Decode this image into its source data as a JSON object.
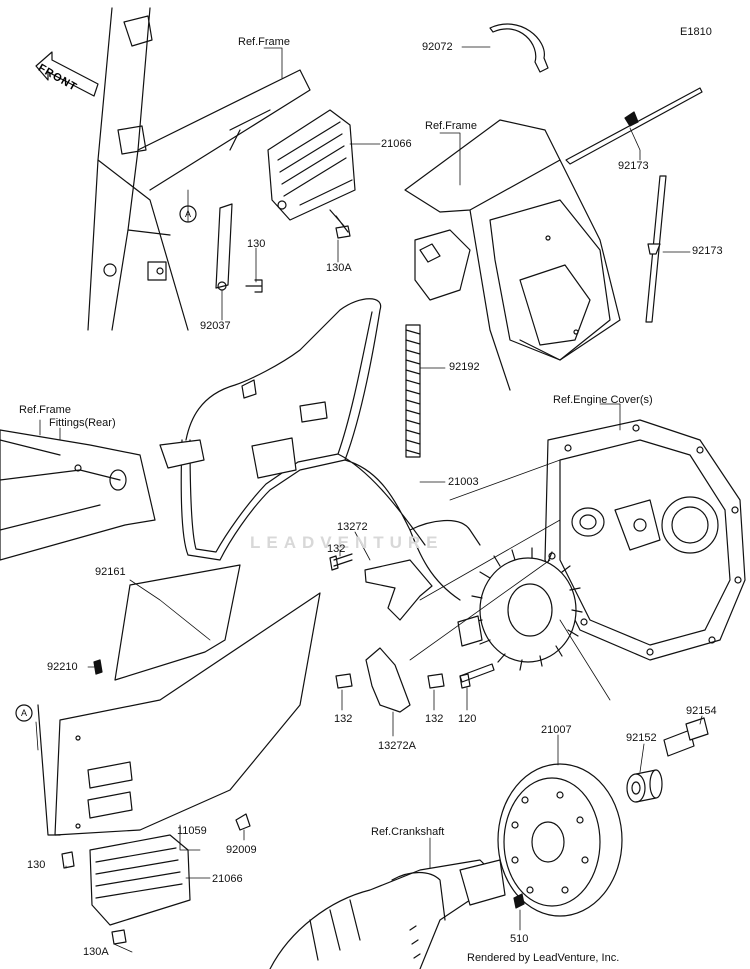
{
  "diagram_code": "E1810",
  "direction": "FRONT",
  "watermark": "LEADVENTURE",
  "credit": "Rendered by LeadVenture, Inc.",
  "labels": {
    "ref_frame_top": "Ref.Frame",
    "p92072": "92072",
    "ref_frame_right": "Ref.Frame",
    "p21066_top": "21066",
    "p92173_a": "92173",
    "p92173_b": "92173",
    "callout_a_top": "A",
    "p130_top": "130",
    "p130a_top": "130A",
    "p92037": "92037",
    "p92192": "92192",
    "ref_frame_fittings_1": "Ref.Frame",
    "ref_frame_fittings_2": "Fittings(Rear)",
    "ref_engine_cover": "Ref.Engine Cover(s)",
    "p21003": "21003",
    "p13272": "13272",
    "p132_a": "132",
    "p92161": "92161",
    "p92210": "92210",
    "callout_a_bottom": "A",
    "p132_b": "132",
    "p132_c": "132",
    "p120": "120",
    "p13272a": "13272A",
    "p21007": "21007",
    "p92152": "92152",
    "p92154": "92154",
    "p11059": "11059",
    "p92009": "92009",
    "p130_bottom": "130",
    "p21066_bottom": "21066",
    "ref_crankshaft": "Ref.Crankshaft",
    "p130a_bottom": "130A",
    "p510": "510"
  }
}
